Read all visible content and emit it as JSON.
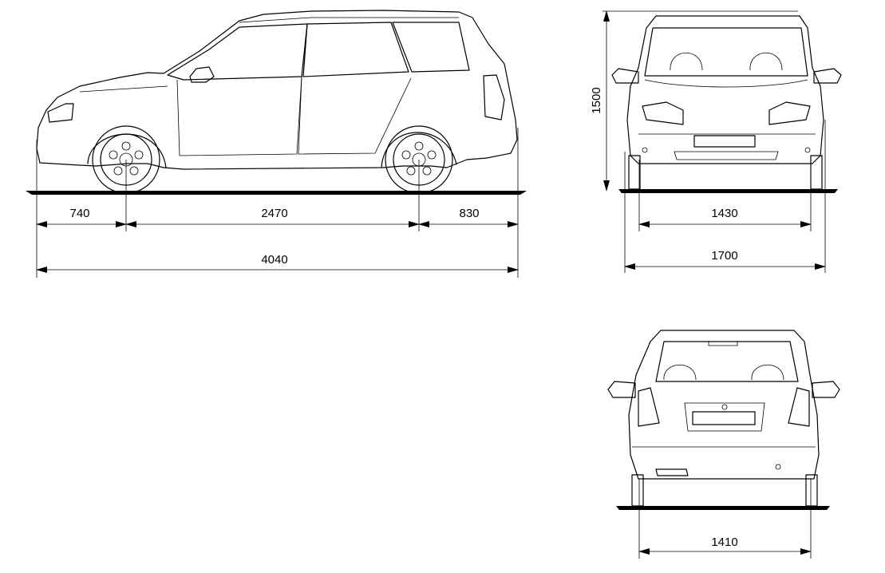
{
  "drawing": {
    "side_view": {
      "front_overhang": "740",
      "wheelbase": "2470",
      "rear_overhang": "830",
      "overall_length": "4040"
    },
    "front_view": {
      "height": "1500",
      "front_track": "1430",
      "overall_width": "1700"
    },
    "rear_view": {
      "rear_track": "1410"
    }
  }
}
